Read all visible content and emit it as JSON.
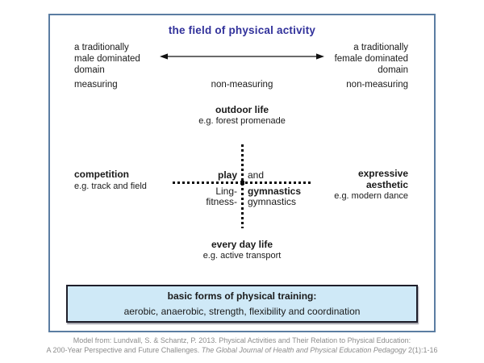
{
  "title": "the field of physical activity",
  "colors": {
    "title_text": "#32329b",
    "frame_border": "#5b7da2",
    "panel_bg": "#cfe9f7",
    "panel_border": "#1e1e2a",
    "citation_text": "#8c8c8c",
    "body_text": "#1a1a1a"
  },
  "icons": {
    "axis_arrow": "double-headed-arrow",
    "vertical_axis": "vertical-dotted-line",
    "horizontal_axis": "horizontal-dotted-line"
  },
  "axis_top": {
    "left": [
      "a traditionally",
      "male dominated",
      "domain"
    ],
    "right": [
      "a traditionally",
      "female dominated",
      "domain"
    ]
  },
  "measuring_row": {
    "left": "measuring",
    "center": "non-measuring",
    "right": "non-measuring"
  },
  "quadrants": {
    "top": {
      "label": "outdoor life",
      "example": "e.g. forest promenade"
    },
    "left": {
      "label": "competition",
      "example": "e.g. track and field"
    },
    "right": {
      "label_lines": [
        "expressive",
        "aesthetic"
      ],
      "example": "e.g. modern dance"
    },
    "bottom": {
      "label": "every day life",
      "example": "e.g. active transport"
    }
  },
  "center_cross": {
    "rows": [
      {
        "left": "play",
        "right": "and"
      },
      {
        "left": "Ling-",
        "right": "gymnastics"
      },
      {
        "left": "fitness-",
        "right": "gymnastics"
      }
    ]
  },
  "training_panel": {
    "heading": "basic forms of physical training:",
    "items": "aerobic, anaerobic, strength, flexibility and coordination"
  },
  "citation": {
    "line1": "Model from: Lundvall, S. & Schantz, P. 2013. Physical Activities and Their Relation to Physical Education:",
    "line2_prefix": "A 200-Year Perspective and Future Challenges. ",
    "line2_italic": "The Global Journal of Health and Physical Education Pedagogy",
    "line2_suffix": " 2(1):1-16"
  }
}
